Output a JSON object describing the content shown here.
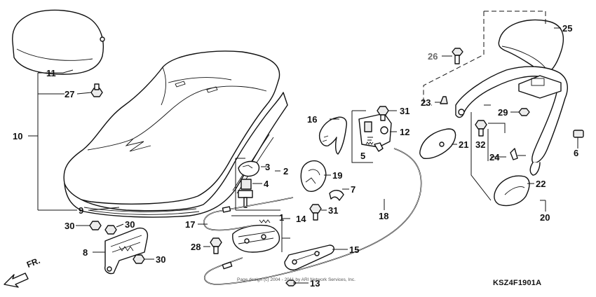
{
  "diagram": {
    "figure_code": "KSZ4F1901A",
    "direction_label": "FR.",
    "copyright_text": "Page design (c) 2004 - 2011 by ARI Network Services, Inc."
  },
  "callouts": [
    {
      "id": "c1",
      "text": "1"
    },
    {
      "id": "c2",
      "text": "2"
    },
    {
      "id": "c3",
      "text": "3"
    },
    {
      "id": "c4",
      "text": "4"
    },
    {
      "id": "c5",
      "text": "5"
    },
    {
      "id": "c6",
      "text": "6"
    },
    {
      "id": "c7",
      "text": "7"
    },
    {
      "id": "c8",
      "text": "8"
    },
    {
      "id": "c9",
      "text": "9"
    },
    {
      "id": "c10",
      "text": "10"
    },
    {
      "id": "c11",
      "text": "11"
    },
    {
      "id": "c12",
      "text": "12"
    },
    {
      "id": "c13",
      "text": "13"
    },
    {
      "id": "c14",
      "text": "14"
    },
    {
      "id": "c15",
      "text": "15"
    },
    {
      "id": "c16",
      "text": "16"
    },
    {
      "id": "c17",
      "text": "17"
    },
    {
      "id": "c18",
      "text": "18"
    },
    {
      "id": "c19",
      "text": "19"
    },
    {
      "id": "c20",
      "text": "20"
    },
    {
      "id": "c21",
      "text": "21"
    },
    {
      "id": "c22",
      "text": "22"
    },
    {
      "id": "c23",
      "text": "23"
    },
    {
      "id": "c24",
      "text": "24"
    },
    {
      "id": "c25",
      "text": "25"
    },
    {
      "id": "c26",
      "text": "26"
    },
    {
      "id": "c27",
      "text": "27"
    },
    {
      "id": "c28",
      "text": "28"
    },
    {
      "id": "c29",
      "text": "29"
    },
    {
      "id": "c30a",
      "text": "30"
    },
    {
      "id": "c30b",
      "text": "30"
    },
    {
      "id": "c30c",
      "text": "30"
    },
    {
      "id": "c31a",
      "text": "31"
    },
    {
      "id": "c31b",
      "text": "31"
    },
    {
      "id": "c32",
      "text": "32"
    }
  ],
  "colors": {
    "line": "#111111",
    "background": "#ffffff",
    "grey_callout": "#6a6a6a"
  }
}
